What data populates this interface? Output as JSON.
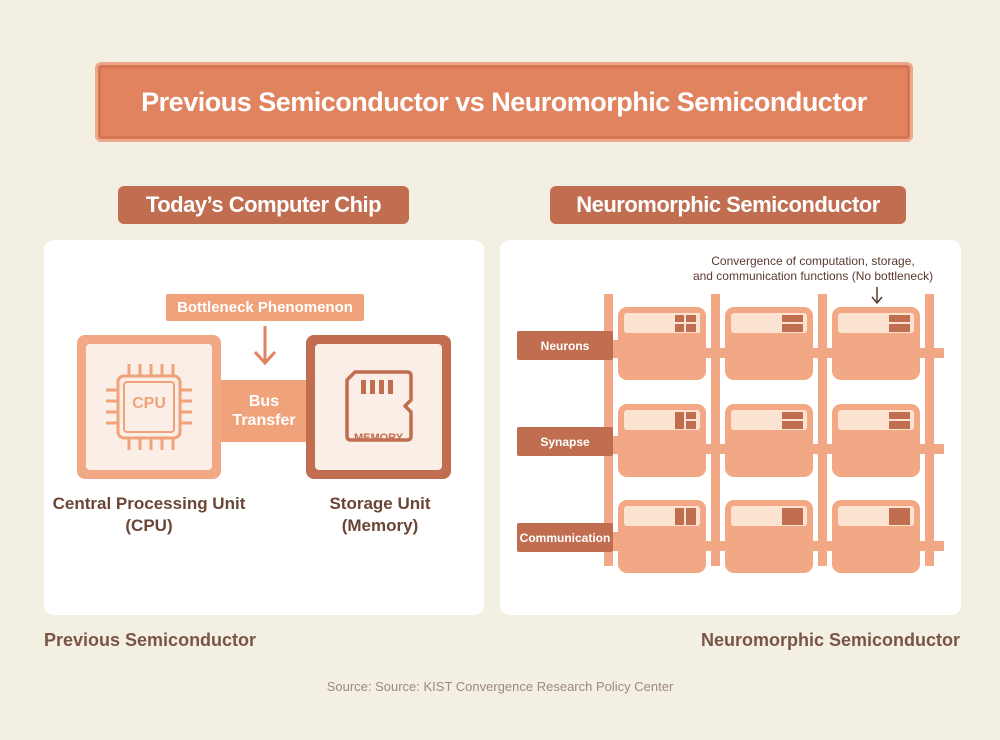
{
  "title": "Previous Semiconductor vs Neuromorphic Semiconductor",
  "left": {
    "heading": "Today’s Computer Chip",
    "bottleneck_label": "Bottleneck Phenomenon",
    "cpu_chip_text": "CPU",
    "bus_line1": "Bus",
    "bus_line2": "Transfer",
    "memory_card_text": "MEMORY",
    "cpu_caption_line1": "Central Processing Unit",
    "cpu_caption_line2": "(CPU)",
    "memory_caption_line1": "Storage Unit",
    "memory_caption_line2": "(Memory)",
    "footer": "Previous Semiconductor"
  },
  "right": {
    "heading": "Neuromorphic Semiconductor",
    "annotation_line1": "Convergence of computation, storage,",
    "annotation_line2": "and communication functions (No bottleneck)",
    "row_labels": [
      "Neurons",
      "Synapse",
      "Communication"
    ],
    "footer": "Neuromorphic Semiconductor"
  },
  "source": "Source: Source: KIST Convergence Research Policy Center",
  "colors": {
    "background": "#f4efe3",
    "accent": "#e0835e",
    "dark_accent": "#c06d50",
    "light_accent": "#f2a884"
  },
  "icons": [
    "cpu-chip-icon",
    "memory-card-icon",
    "down-arrow-icon"
  ]
}
